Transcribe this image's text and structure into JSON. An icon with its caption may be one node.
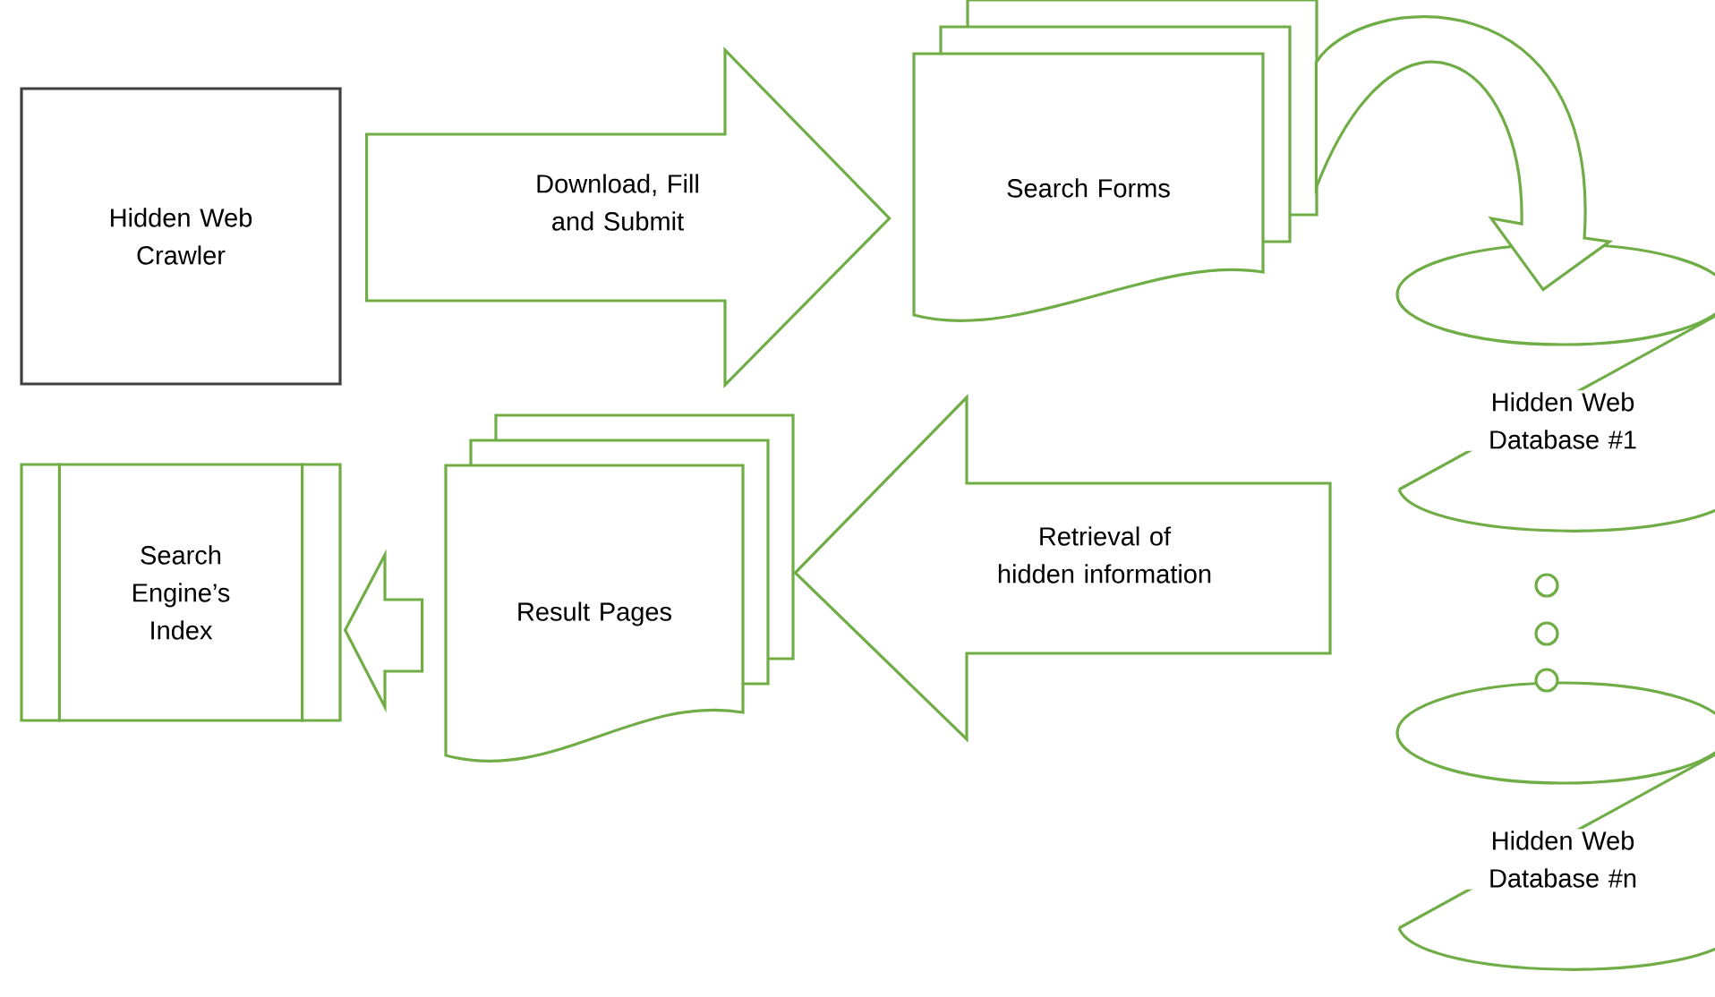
{
  "diagram": {
    "nodes": [
      {
        "text": [
          "Hidden Web Crawler"
        ]
      },
      {
        "text": [
          "Search Forms"
        ]
      },
      {
        "text": [
          "Hidden Web Database #1"
        ]
      },
      {
        "text": [
          "Hidden Web Database #n"
        ]
      },
      {
        "text": [
          "Result Pages"
        ]
      },
      {
        "text": [
          "Search Engine’s Index"
        ]
      }
    ],
    "edges": [
      {
        "from": 0,
        "to": 1,
        "arrow": "to",
        "label": "Download, Fill and Submit"
      },
      {
        "from": 1,
        "to": 2,
        "arrow": "to"
      },
      {
        "from": null,
        "to": 4,
        "arrow": "to",
        "label": "Retrieval of hidden information"
      },
      {
        "from": 4,
        "to": 5,
        "arrow": "to"
      }
    ]
  }
}
